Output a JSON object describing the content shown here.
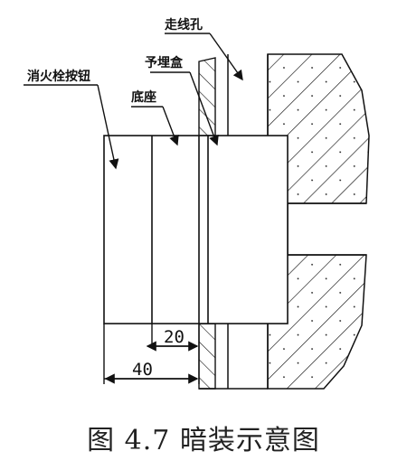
{
  "labels": {
    "button": "消火栓按钮",
    "base": "底座",
    "box": "予埋盒",
    "hole": "走线孔"
  },
  "dimensions": {
    "inner": "20",
    "outer": "40"
  },
  "caption": "图 4.7 暗装示意图"
}
